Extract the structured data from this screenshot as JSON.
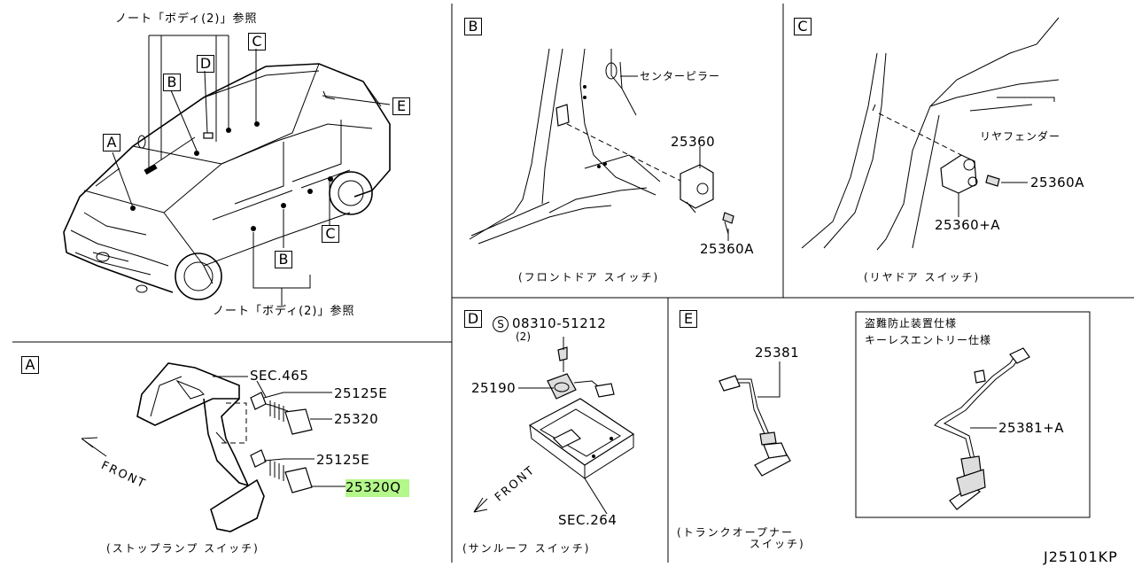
{
  "overview": {
    "note_top": "ノート「ボディ(2)」参照",
    "note_bottom": "ノート「ボディ(2)」参照",
    "callouts": [
      "A",
      "B",
      "C",
      "D",
      "E",
      "B",
      "C"
    ]
  },
  "panel_a": {
    "tag": "A",
    "labels": {
      "sec": "SEC.465",
      "p1": "25125E",
      "p2": "25320",
      "p3": "25125E",
      "p4": "25320Q"
    },
    "front": "FRONT",
    "caption": "(ストップランプ スイッチ)"
  },
  "panel_b": {
    "tag": "B",
    "center_pillar": "センターピラー",
    "p1": "25360",
    "p2": "25360A",
    "caption": "(フロントドア スイッチ)"
  },
  "panel_c": {
    "tag": "C",
    "rear_fender": "リヤフェンダー",
    "p1": "25360A",
    "p2": "25360+A",
    "caption": "(リヤドア スイッチ)"
  },
  "panel_d": {
    "tag": "D",
    "screw_symbol": "S",
    "screw": "08310-51212",
    "screw_qty": "(2)",
    "p1": "25190",
    "sec": "SEC.264",
    "front": "FRONT",
    "caption": "(サンルーフ スイッチ)"
  },
  "panel_e": {
    "tag": "E",
    "p1": "25381",
    "caption_line1": "(トランクオープナー",
    "caption_line2": "スイッチ)",
    "box_title1": "盗難防止装置仕様",
    "box_title2": "キーレスエントリー仕様",
    "p2": "25381+A"
  },
  "footer": {
    "code": "J25101KP"
  },
  "colors": {
    "highlight": "#b4f78b",
    "line": "#000000",
    "background": "#ffffff"
  }
}
